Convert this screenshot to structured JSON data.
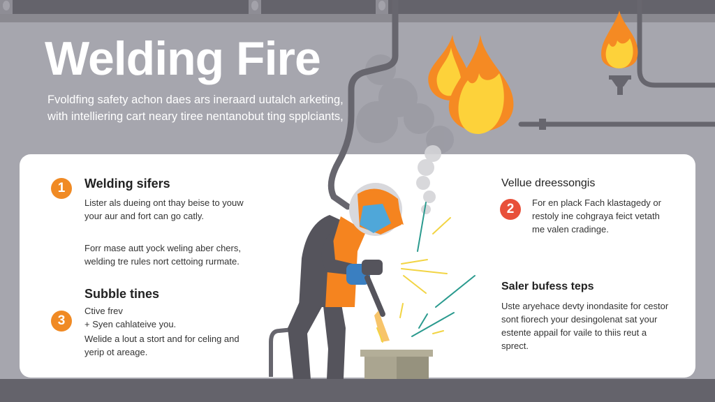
{
  "header": {
    "title": "Welding Fire",
    "subtitle_lines": [
      "Fvoldfing safety achon daes ars ineraard uutalch arketing,",
      "with intelliering cart neary tiree nentanobut ting spplciants,"
    ]
  },
  "sections": [
    {
      "number": "1",
      "badge_color": "#f08a24",
      "heading": "Welding sifers",
      "paragraphs": [
        "Lister als dueing ont thay beise to youw your aur and fort can go catly.",
        "Forr mase autt yock weling aber chers, welding tre rules nort cettoing rurmate."
      ]
    },
    {
      "number": "2",
      "badge_color": "#e8503a",
      "heading": "Vellue dreessongis",
      "paragraphs": [
        "For en plack Fach klastagedy or restoly ine cohgraya feict vetath me valen cradinge."
      ]
    },
    {
      "number": "3",
      "badge_color": "#f08a24",
      "heading": "Subble tines",
      "paragraphs": [
        "Ctive frev",
        "+ Syen cahlateive you.",
        "Welide a lout a stort and for celing and yerip ot areage."
      ]
    },
    {
      "heading": "Saler bufess teps",
      "paragraphs": [
        "Uste aryehace devty inondasite for cestor sont fiorech your desingolenat sat your estente appail for vaile to thiis reut a sprect."
      ]
    }
  ],
  "illustration": {
    "icons": [
      "flame-icon",
      "flame-icon",
      "torch-flame-icon",
      "welder-figure",
      "sparks",
      "smoke",
      "pipe"
    ],
    "colors": {
      "flame_outer": "#f58a23",
      "flame_inner": "#fdd23a",
      "worker_suit": "#55545c",
      "apron": "#f5841f",
      "visor": "#4fa7d9",
      "glove": "#3a7fc1",
      "pipe": "#67666e",
      "block": "#aaa590"
    }
  }
}
